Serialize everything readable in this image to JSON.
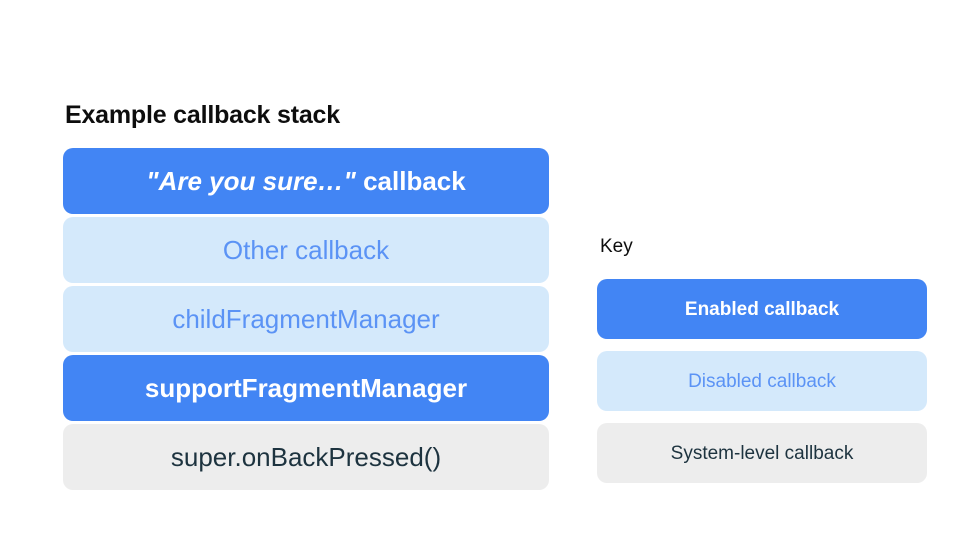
{
  "stack": {
    "title": "Example callback stack",
    "rows": [
      {
        "label": "\"Are you sure…\" callback",
        "quoted_part": "\"Are you sure…\"",
        "plain_part": " callback",
        "state": "enabled"
      },
      {
        "label": "Other callback",
        "state": "disabled"
      },
      {
        "label": "childFragmentManager",
        "state": "disabled"
      },
      {
        "label": "supportFragmentManager",
        "state": "enabled"
      },
      {
        "label": "super.onBackPressed()",
        "state": "system"
      }
    ]
  },
  "key": {
    "title": "Key",
    "rows": [
      {
        "label": "Enabled callback",
        "state": "enabled"
      },
      {
        "label": "Disabled callback",
        "state": "disabled"
      },
      {
        "label": "System-level callback",
        "state": "system"
      }
    ]
  },
  "colors": {
    "enabled_bg": "#4285f4",
    "enabled_text": "#ffffff",
    "disabled_bg": "#d4e9fb",
    "disabled_text": "#5b93f5",
    "system_bg": "#ededed",
    "system_text": "#1d333f",
    "page_bg": "#ffffff",
    "title_text": "#0d0d0d"
  }
}
